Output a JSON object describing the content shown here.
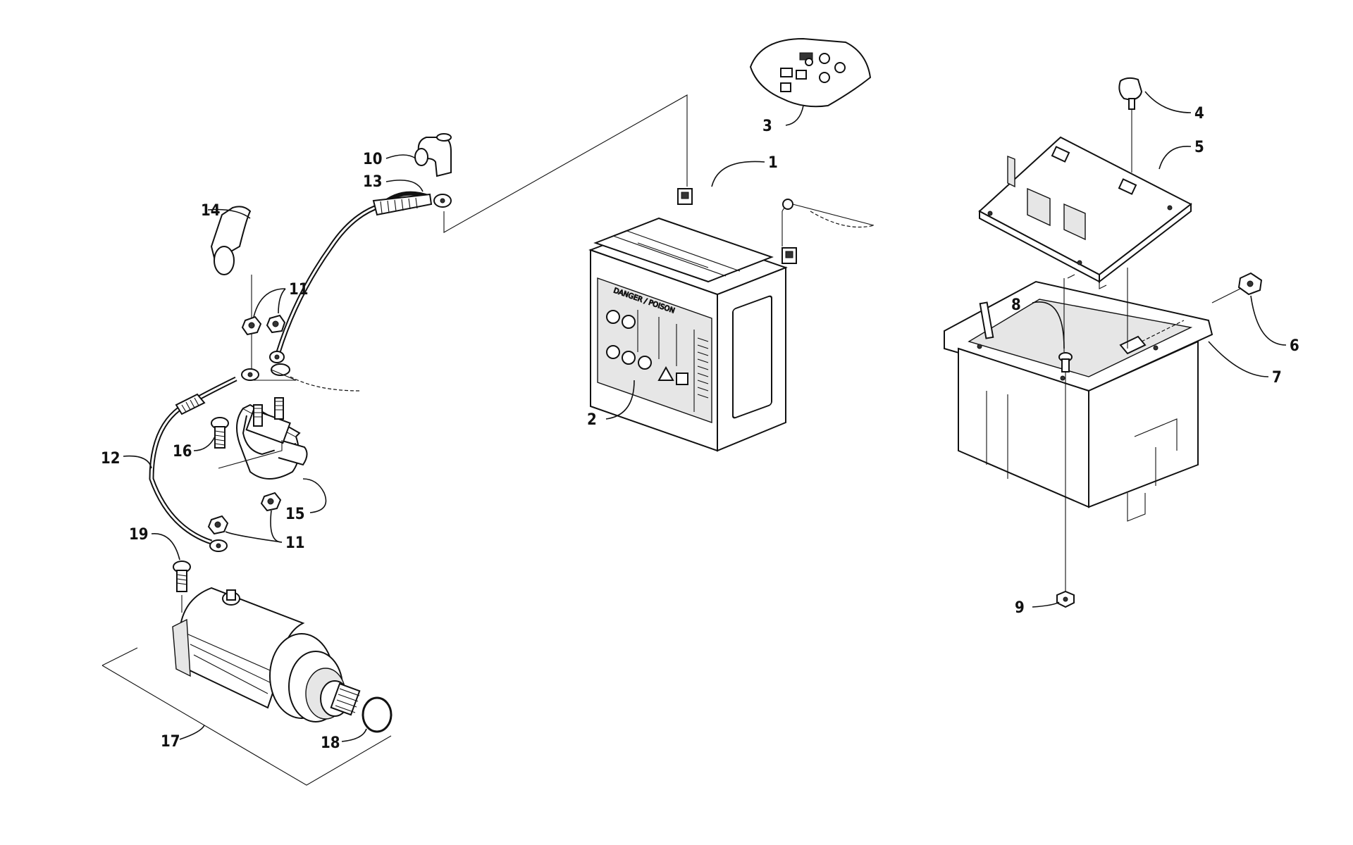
{
  "callouts": {
    "c1": "1",
    "c2": "2",
    "c3": "3",
    "c4": "4",
    "c5": "5",
    "c6": "6",
    "c7": "7",
    "c8": "8",
    "c9": "9",
    "c10": "10",
    "c11a": "11",
    "c11b": "11",
    "c12": "12",
    "c13": "13",
    "c14": "14",
    "c15": "15",
    "c16": "16",
    "c17": "17",
    "c18": "18",
    "c19": "19"
  },
  "battery_label": {
    "warning": "DANGER / POISON"
  }
}
